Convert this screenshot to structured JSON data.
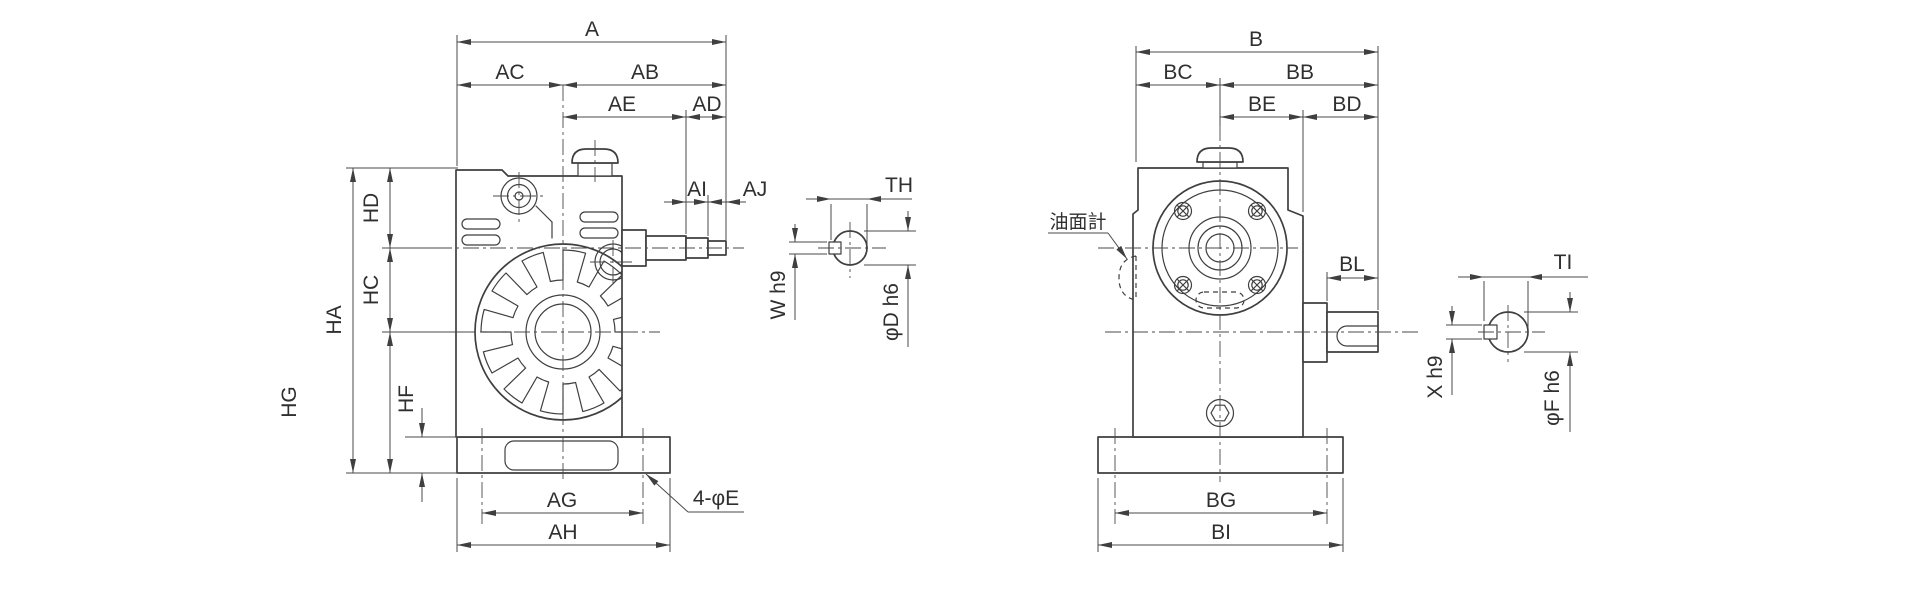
{
  "drawing_type": "worm-gear-reducer-dimension-drawing",
  "colors": {
    "background": "#ffffff",
    "object_line": "#3f3f3f",
    "dim_line": "#4a4a4a",
    "text_color": "#2f2f2f"
  },
  "front": {
    "dims": {
      "a": "A",
      "ac": "AC",
      "ab": "AB",
      "ae": "AE",
      "ad": "AD",
      "ai": "AI",
      "aj": "AJ",
      "ha": "HA",
      "hd": "HD",
      "hc": "HC",
      "hg": "HG",
      "hf": "HF",
      "ag": "AG",
      "ah": "AH"
    },
    "foot_hole_callout": "4-φE"
  },
  "input_shaft_section": {
    "width_across": "TH",
    "key_width": "W h9",
    "shaft_diameter": "φD h6"
  },
  "side": {
    "dims": {
      "b": "B",
      "bc": "BC",
      "bb": "BB",
      "be": "BE",
      "bd": "BD",
      "bl": "BL",
      "bg": "BG",
      "bi": "BI"
    },
    "oil_gauge_callout": "油面計"
  },
  "output_shaft_section": {
    "width_across": "TI",
    "key_width": "X h9",
    "shaft_diameter": "φF h6"
  }
}
